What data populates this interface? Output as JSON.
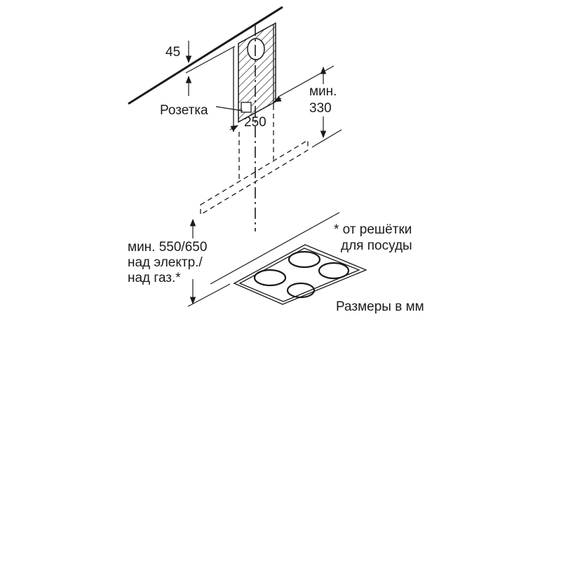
{
  "labels": {
    "ceiling_offset": "45",
    "socket": "Розетка",
    "socket_width": "250",
    "min_above_line1": "мин.",
    "min_above_line2": "330",
    "min_height_line1": "мин. 550/650",
    "min_height_line2": "над электр./",
    "min_height_line3": "над газ.*",
    "note_line1": "* от решётки",
    "note_line2": "для посуды",
    "units": "Размеры в мм"
  },
  "colors": {
    "line": "#1a1a1a"
  }
}
